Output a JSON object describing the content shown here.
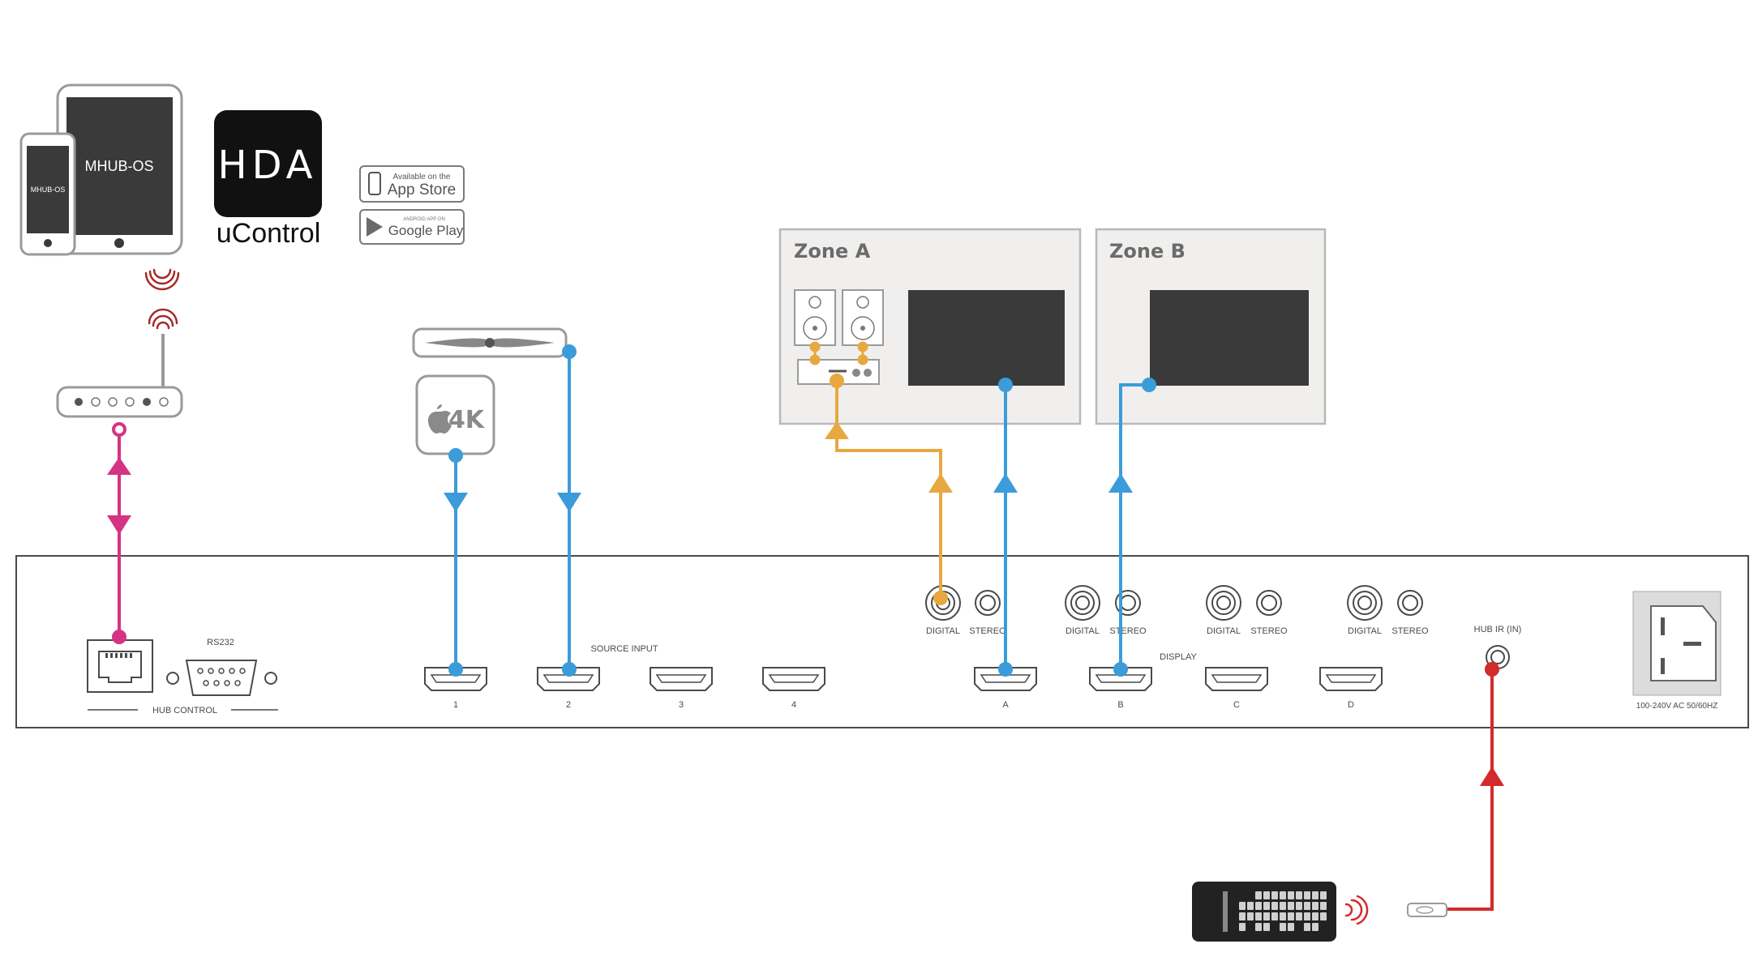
{
  "devices": {
    "tablet_label": "MHUB-OS",
    "phone_label": "MHUB-OS",
    "apple_tv_label": "4K"
  },
  "app": {
    "logo_text": "HDA",
    "name": "uControl"
  },
  "stores": {
    "app_store_small": "Available on the",
    "app_store": "App Store",
    "google_small": "ANDROID APP ON",
    "google_play": "Google Play"
  },
  "zones": {
    "a": "Zone A",
    "b": "Zone B"
  },
  "hub": {
    "rs232": "RS232",
    "hub_control": "HUB CONTROL",
    "source_input": "SOURCE INPUT",
    "display": "DISPLAY",
    "hub_ir": "HUB IR (IN)",
    "power": "100-240V AC 50/60HZ",
    "inputs": [
      "1",
      "2",
      "3",
      "4"
    ],
    "outputs": [
      "A",
      "B",
      "C",
      "D"
    ],
    "digital": "DIGITAL",
    "stereo": "STEREO"
  },
  "colors": {
    "network": "#d63384",
    "hdmi": "#3b9cd9",
    "audio": "#e8a840",
    "ir": "#d22b2b",
    "wireless": "#a52a2a",
    "device_fill": "#3a3a3a",
    "zone_fill": "#f0efed"
  },
  "icons": {
    "router": "router-icon",
    "remote": "remote-control-icon",
    "ir_receiver": "ir-receiver-icon",
    "power_inlet": "power-inlet-icon"
  }
}
